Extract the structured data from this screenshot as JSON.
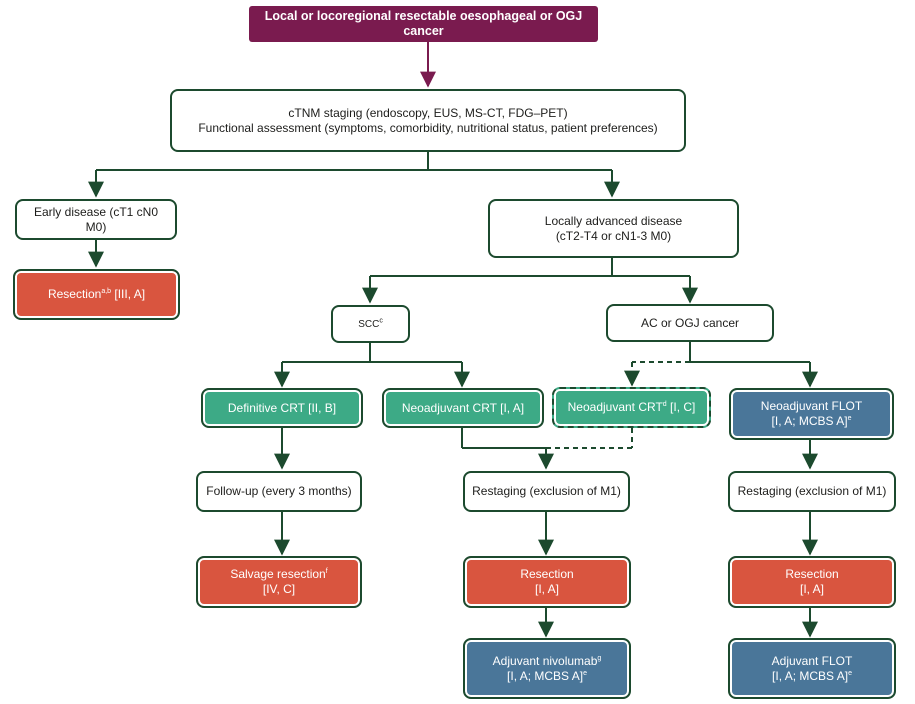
{
  "diagram": {
    "top": {
      "text": "Local or locoregional resectable oesophageal or OGJ cancer"
    },
    "staging": {
      "line1": "cTNM staging (endoscopy, EUS, MS-CT, FDG–PET)",
      "line2": "Functional assessment (symptoms, comorbidity, nutritional status, patient preferences)"
    },
    "early": {
      "text": "Early disease (cT1 cN0 M0)"
    },
    "early_resection": {
      "text": "Resection",
      "sup": "a,b",
      "suffix": " [III, A]"
    },
    "locally_advanced": {
      "line1": "Locally advanced disease",
      "line2": "(cT2-T4 or cN1-3 M0)"
    },
    "scc": {
      "text": "SCC",
      "sup": "c"
    },
    "ac": {
      "text": "AC or OGJ cancer"
    },
    "definitive_crt": {
      "text": "Definitive CRT [II, B]"
    },
    "neoadj_crt_scc": {
      "text": "Neoadjuvant CRT [I, A]"
    },
    "neoadj_crt_ac": {
      "text": "Neoadjuvant CRT",
      "sup": "d",
      "suffix": " [I, C]"
    },
    "neoadj_flot": {
      "line1": "Neoadjuvant FLOT",
      "line2": "[I, A; MCBS A]",
      "sup": "e"
    },
    "followup": {
      "text": "Follow-up (every 3 months)"
    },
    "restaging_mid": {
      "text": "Restaging (exclusion of M1)"
    },
    "restaging_right": {
      "text": "Restaging (exclusion of M1)"
    },
    "salvage": {
      "line1": "Salvage resection",
      "sup": "f",
      "line2": "[IV, C]"
    },
    "resection_mid": {
      "line1": "Resection",
      "line2": "[I, A]"
    },
    "resection_right": {
      "line1": "Resection",
      "line2": "[I, A]"
    },
    "adj_nivo": {
      "line1": "Adjuvant nivolumab",
      "sup1": "g",
      "line2": "[I, A; MCBS A]",
      "sup2": "e"
    },
    "adj_flot": {
      "line1": "Adjuvant FLOT",
      "line2": "[I, A; MCBS A]",
      "sup2": "e"
    }
  },
  "colors": {
    "top": "#7a1b4f",
    "line": "#1c4a2e",
    "red": "#d9553f",
    "green": "#3daa86",
    "blue": "#4a7699"
  }
}
